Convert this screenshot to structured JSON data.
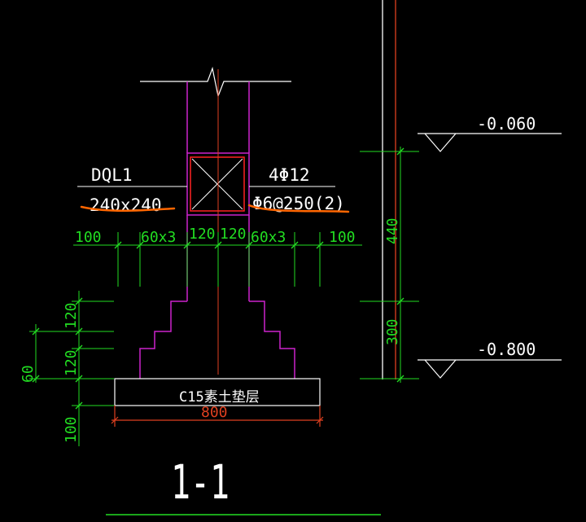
{
  "colors": {
    "background": "#000000",
    "outline": "#ffffff",
    "wall": "#cc22cc",
    "centerline": "#e04020",
    "dimension": "#22dd22",
    "rebar": "#ff2222",
    "markup": "#ff6600"
  },
  "beam": {
    "name": "DQL1",
    "size": "240x240",
    "main_rebar": "4Φ12",
    "stirrup": "Φ6@250(2)"
  },
  "dimensions": {
    "top_row": [
      "100",
      "60x3",
      "120",
      "120",
      "60x3",
      "100"
    ],
    "left_col": [
      "120",
      "120",
      "100"
    ],
    "left_outer": "60",
    "pad_width": "800",
    "right_upper": "440",
    "right_lower": "300"
  },
  "elevations": {
    "upper": "-0.060",
    "lower": "-0.800"
  },
  "pad_label": "C15素土垫层",
  "section_label": "1-1"
}
